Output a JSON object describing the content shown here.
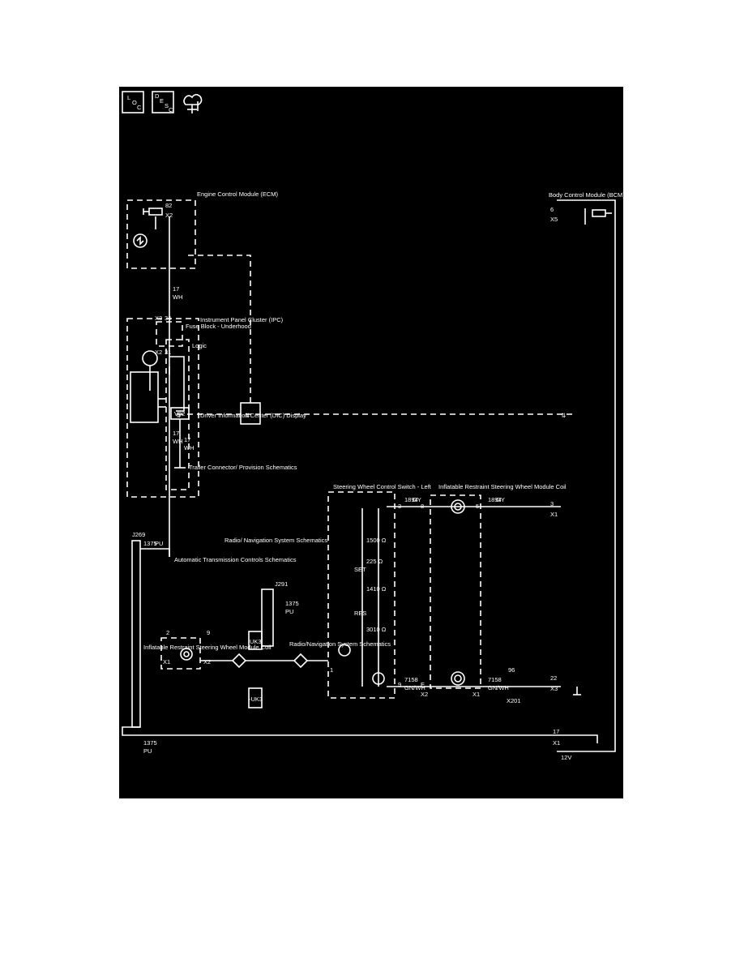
{
  "colors": {
    "background": "#000000",
    "line": "#ffffff",
    "page": "#ffffff"
  },
  "icons": [
    "locator-icon",
    "description-icon",
    "power-ground-icon"
  ],
  "icon_text": {
    "loc": "L O C",
    "desc": "D E S C"
  },
  "modules": {
    "ecm": "Engine Control Module (ECM)",
    "fuse_block": "Fuse Block - Underhood",
    "bcm": "Body Control Module (BCM)",
    "ipc": "Instrument Panel Cluster (IPC)",
    "dic": "Driver Information Center (DIC) Display",
    "logic": "Logic",
    "swc": "Steering Wheel Control Switch - Left",
    "coil_top": "Inflatable Restraint Steering Wheel Module Coil",
    "coil_main": "Inflatable Restraint Steering Wheel Module Coil"
  },
  "references": {
    "trailer": "Trailer Connector/ Provision Schematics",
    "auto_trans": "Automatic Transmission Controls Schematics",
    "radio_nav": "Radio/ Navigation System Schematics",
    "radio_nav_2": "Radio/Navigation System Schematics"
  },
  "connectors": {
    "x1": "X1",
    "x2": "X2",
    "x3": "X3",
    "x5": "X5",
    "x201": "X201",
    "v92": "V92",
    "j291": "J291",
    "j269": "J269",
    "uk3": "UK3",
    "uk3_neg": "-UK3"
  },
  "pins": {
    "p82": "82",
    "p34": "34",
    "p31": "31",
    "p6": "6",
    "p17": "17",
    "p22": "22",
    "p3": "3",
    "p5": "5",
    "p96": "96",
    "p2": "2",
    "p9": "9",
    "p1": "1",
    "p8": "8",
    "pE": "E",
    "p6b": "6"
  },
  "wires": {
    "wh17": "17",
    "wh": "WH",
    "pu1375": "1375",
    "pu": "PU",
    "gy1894": "1894",
    "gy": "GY",
    "gn7158": "7158",
    "gnwh": "GN/WH"
  },
  "switch": {
    "res": "RES",
    "set": "SET",
    "r1": "3010 Ω",
    "r2": "1410 Ω",
    "r3": "225 Ω",
    "r4": "1500 Ω"
  },
  "voltage": "12V"
}
